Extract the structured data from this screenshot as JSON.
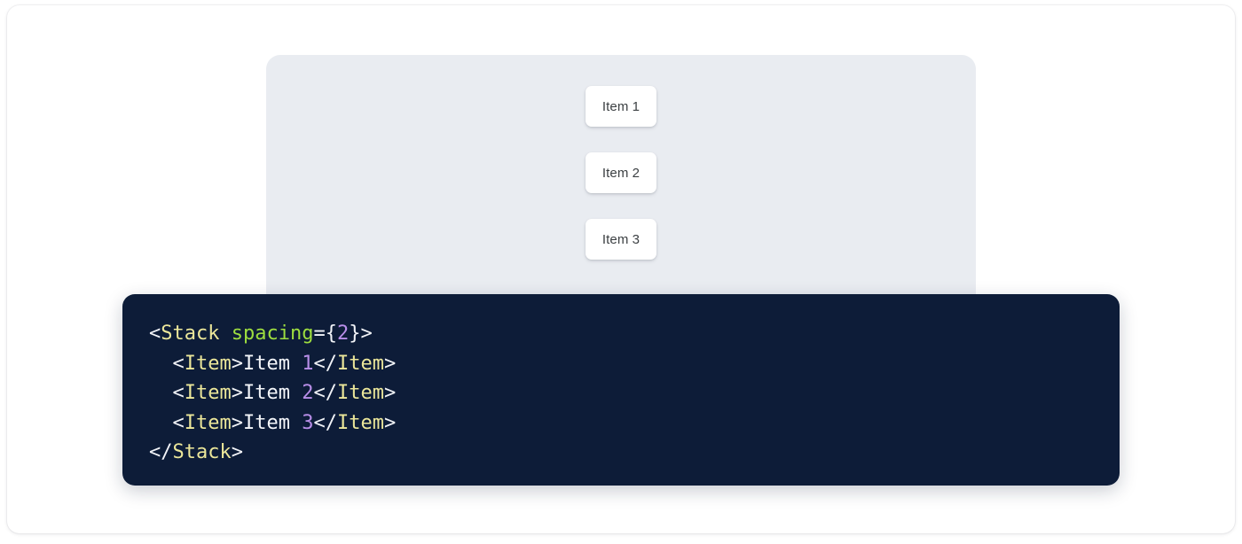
{
  "page": {
    "background_color": "#ffffff",
    "card_color": "#ffffff"
  },
  "preview": {
    "name": "stack-preview",
    "surface_color": "#e9ecf1",
    "items": [
      {
        "label": "Item 1"
      },
      {
        "label": "Item 2"
      },
      {
        "label": "Item 3"
      }
    ]
  },
  "code_block": {
    "background_color": "#0d1c38",
    "language": "jsx",
    "colors": {
      "punctuation": "#f2f4f8",
      "tag": "#ece79a",
      "attribute": "#9ede3f",
      "number": "#b88ee8",
      "text": "#f4f6fa"
    },
    "lines": [
      {
        "indent": "",
        "tokens": [
          {
            "t": "<",
            "k": "punct"
          },
          {
            "t": "Stack",
            "k": "tag"
          },
          {
            "t": " ",
            "k": "punct"
          },
          {
            "t": "spacing",
            "k": "attr"
          },
          {
            "t": "={",
            "k": "punct"
          },
          {
            "t": "2",
            "k": "num"
          },
          {
            "t": "}>",
            "k": "punct"
          }
        ]
      },
      {
        "indent": "  ",
        "tokens": [
          {
            "t": "<",
            "k": "punct"
          },
          {
            "t": "Item",
            "k": "tag"
          },
          {
            "t": ">",
            "k": "punct"
          },
          {
            "t": "Item ",
            "k": "text"
          },
          {
            "t": "1",
            "k": "num"
          },
          {
            "t": "</",
            "k": "punct"
          },
          {
            "t": "Item",
            "k": "tag"
          },
          {
            "t": ">",
            "k": "punct"
          }
        ]
      },
      {
        "indent": "  ",
        "tokens": [
          {
            "t": "<",
            "k": "punct"
          },
          {
            "t": "Item",
            "k": "tag"
          },
          {
            "t": ">",
            "k": "punct"
          },
          {
            "t": "Item ",
            "k": "text"
          },
          {
            "t": "2",
            "k": "num"
          },
          {
            "t": "</",
            "k": "punct"
          },
          {
            "t": "Item",
            "k": "tag"
          },
          {
            "t": ">",
            "k": "punct"
          }
        ]
      },
      {
        "indent": "  ",
        "tokens": [
          {
            "t": "<",
            "k": "punct"
          },
          {
            "t": "Item",
            "k": "tag"
          },
          {
            "t": ">",
            "k": "punct"
          },
          {
            "t": "Item ",
            "k": "text"
          },
          {
            "t": "3",
            "k": "num"
          },
          {
            "t": "</",
            "k": "punct"
          },
          {
            "t": "Item",
            "k": "tag"
          },
          {
            "t": ">",
            "k": "punct"
          }
        ]
      },
      {
        "indent": "",
        "tokens": [
          {
            "t": "</",
            "k": "punct"
          },
          {
            "t": "Stack",
            "k": "tag"
          },
          {
            "t": ">",
            "k": "punct"
          }
        ]
      }
    ]
  }
}
